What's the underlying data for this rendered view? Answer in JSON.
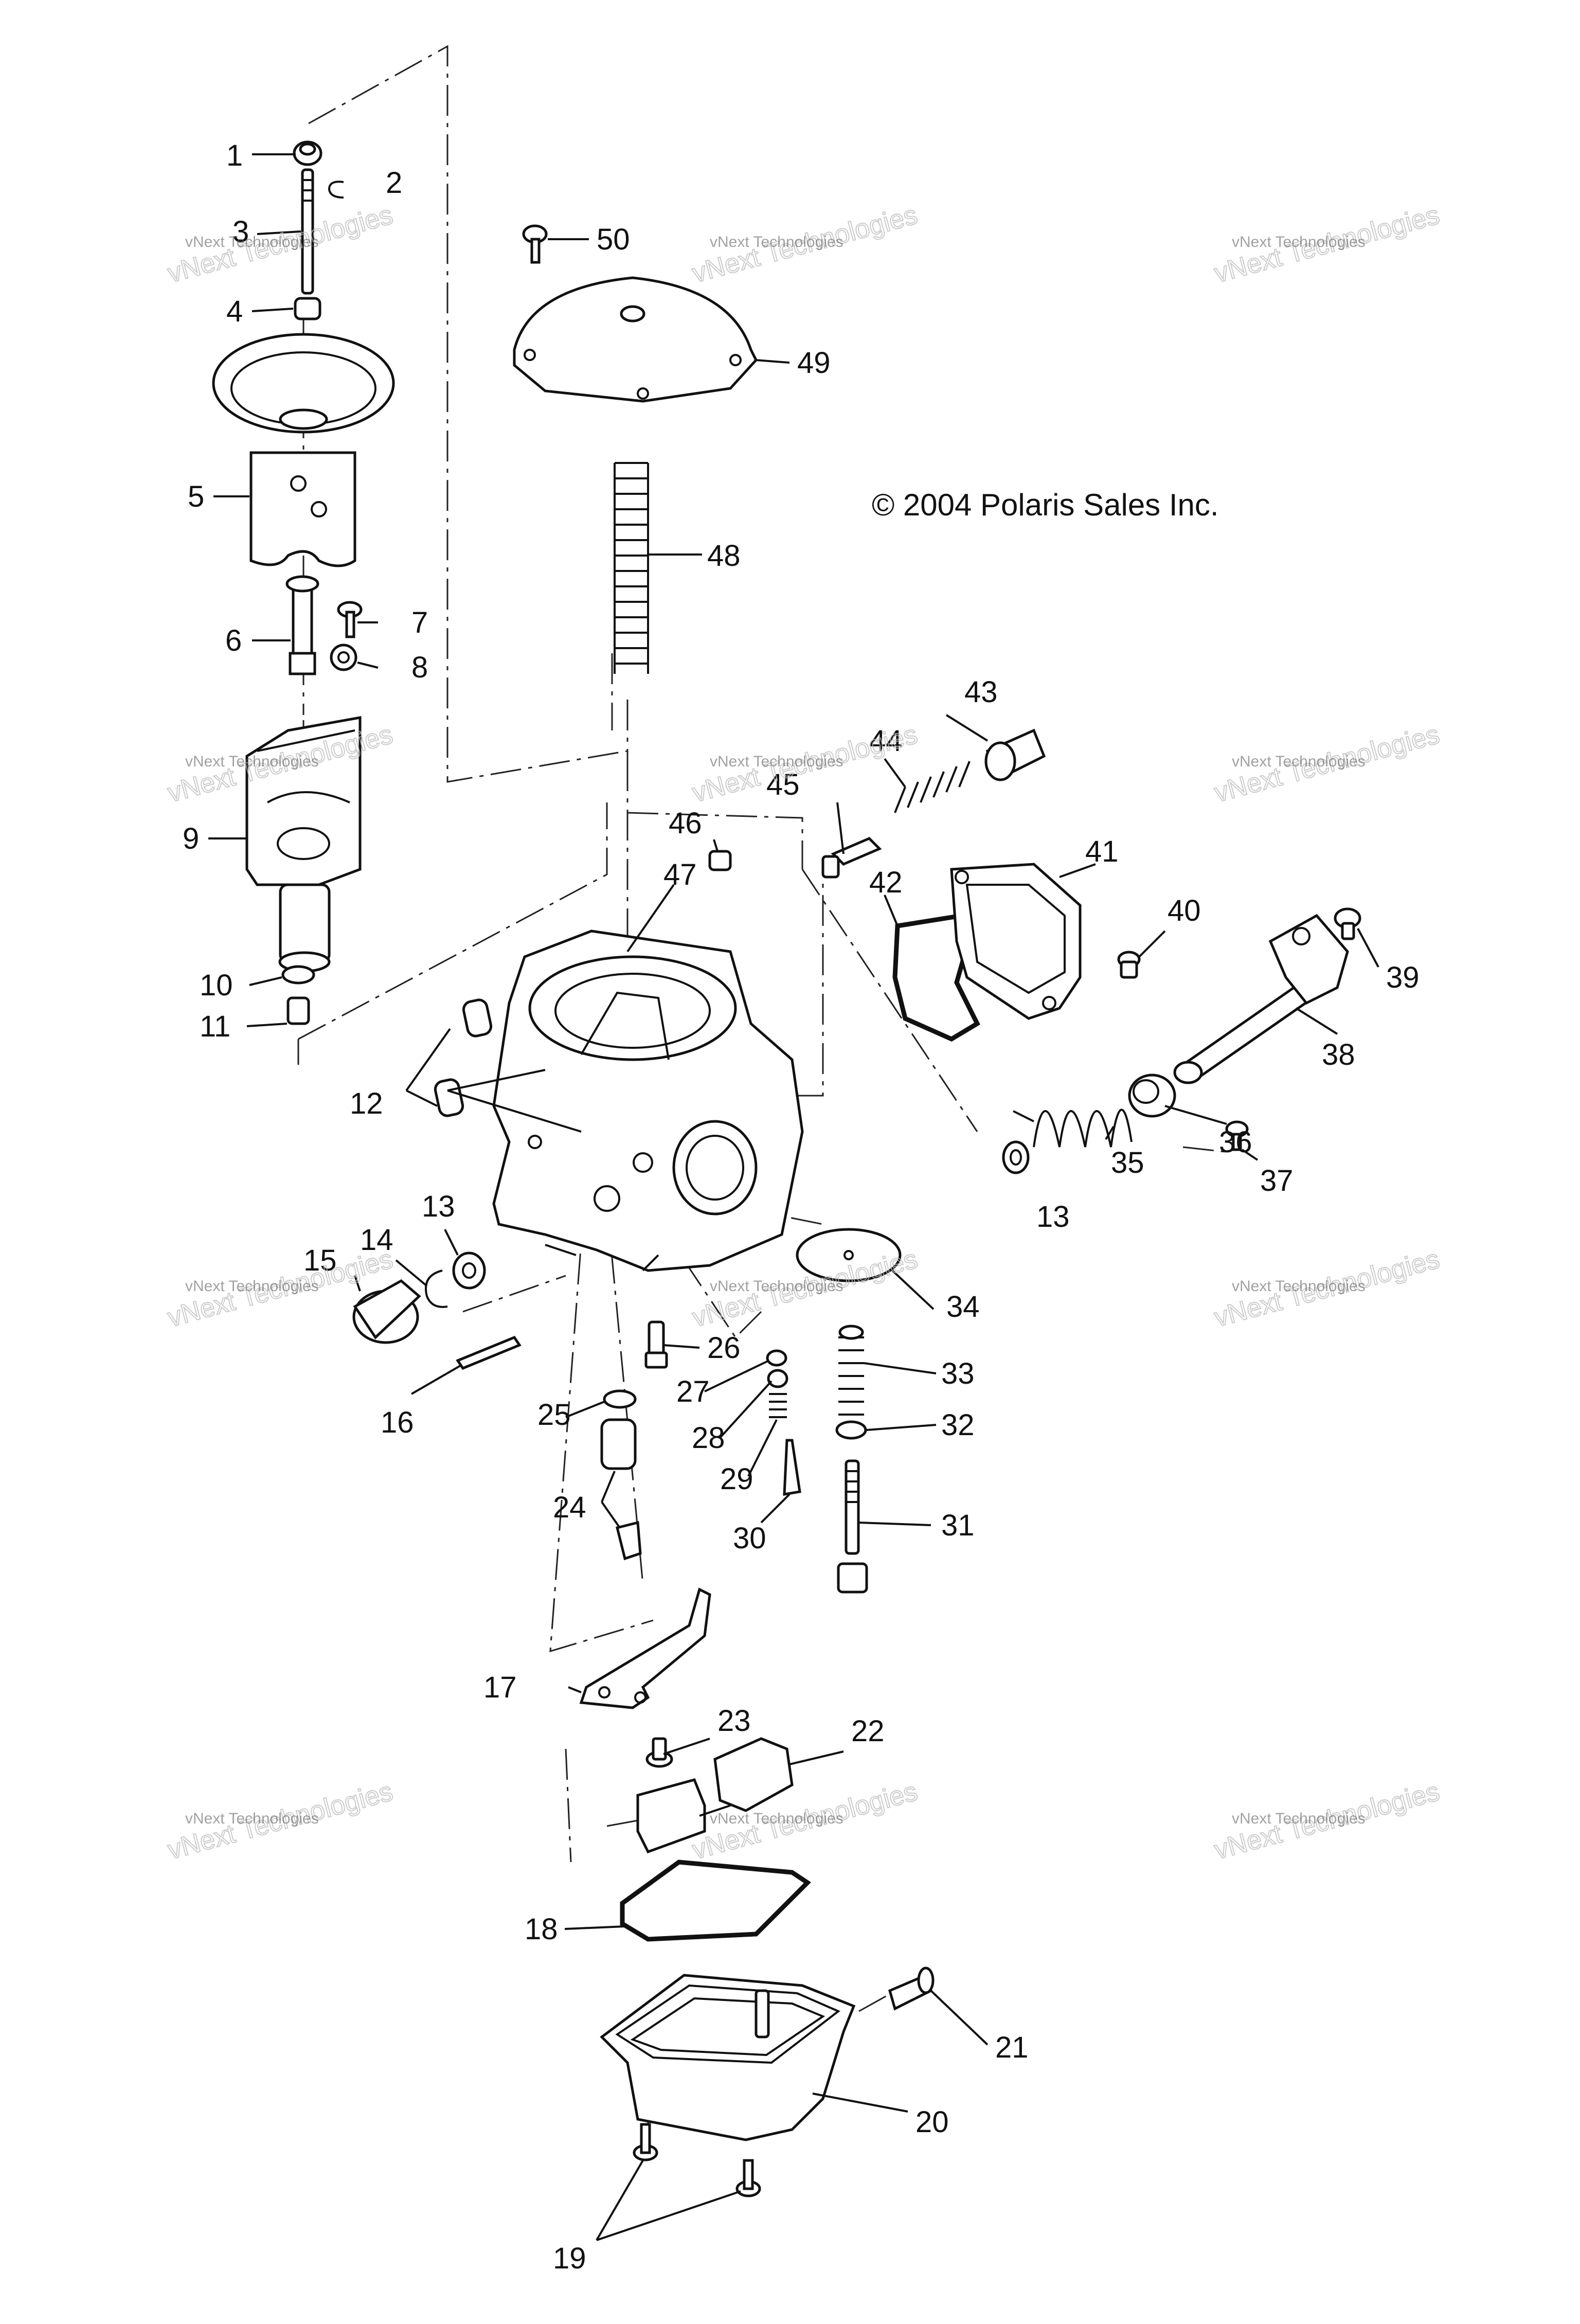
{
  "copyright": "© 2004 Polaris Sales Inc.",
  "watermark": {
    "line1": "vNext Technologies",
    "line2": "vNext Technologies"
  },
  "callouts": [
    "1",
    "2",
    "3",
    "4",
    "5",
    "6",
    "7",
    "8",
    "9",
    "10",
    "11",
    "12",
    "13",
    "14",
    "15",
    "16",
    "17",
    "18",
    "19",
    "20",
    "21",
    "22",
    "23",
    "24",
    "25",
    "26",
    "27",
    "28",
    "29",
    "30",
    "31",
    "32",
    "33",
    "34",
    "35",
    "36",
    "37",
    "38",
    "39",
    "40",
    "41",
    "42",
    "43",
    "44",
    "45",
    "46",
    "47",
    "48",
    "49",
    "50"
  ],
  "callout_13_second": "13"
}
